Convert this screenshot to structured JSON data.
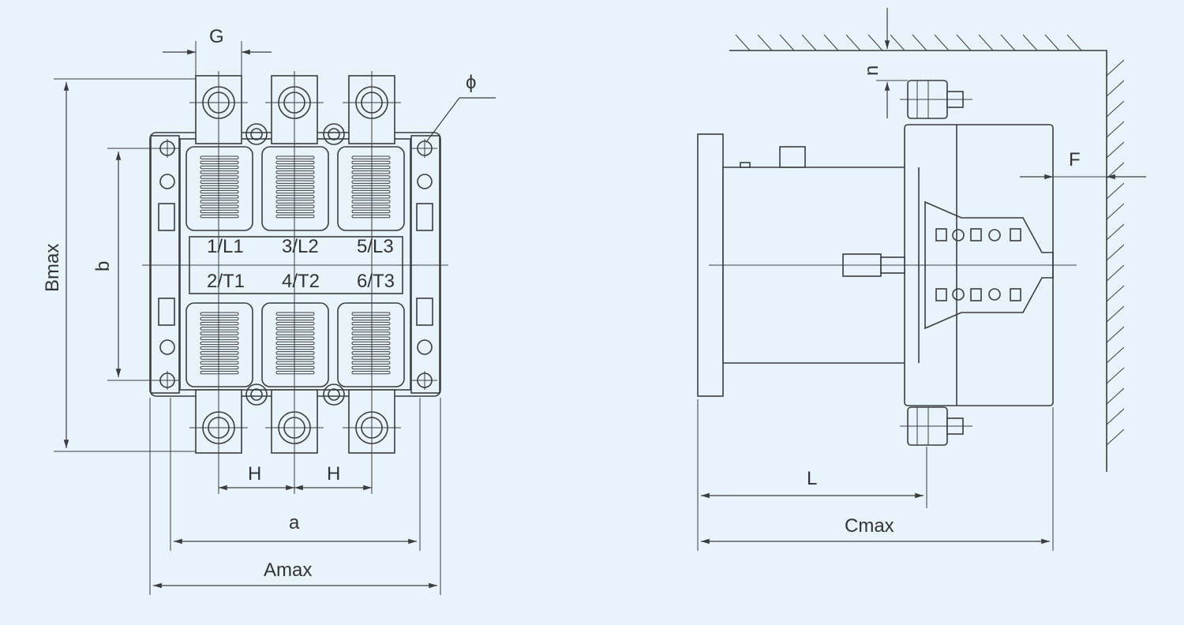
{
  "front_view": {
    "dimensions": {
      "G": "G",
      "phi": "ϕ",
      "Bmax": "Bmax",
      "b": "b",
      "H1": "H",
      "H2": "H",
      "a": "a",
      "Amax": "Amax"
    },
    "terminals_line": [
      "1/L1",
      "3/L2",
      "5/L3"
    ],
    "terminals_load": [
      "2/T1",
      "4/T2",
      "6/T3"
    ]
  },
  "side_view": {
    "dimensions": {
      "n": "n",
      "F": "F",
      "L": "L",
      "Cmax": "Cmax"
    }
  },
  "colors": {
    "background": "#e8f4fb",
    "line": "#3c3c3c",
    "text": "#333333"
  }
}
